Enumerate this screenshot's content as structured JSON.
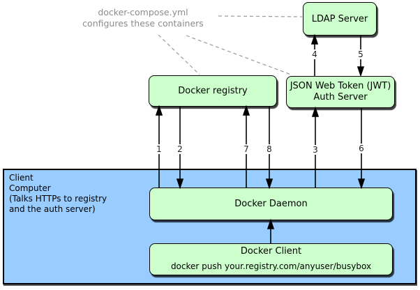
{
  "note": {
    "line1": "docker-compose.yml",
    "line2": "configures these containers"
  },
  "nodes": {
    "ldap": {
      "label": "LDAP Server"
    },
    "registry": {
      "label": "Docker registry"
    },
    "jwt": {
      "line1": "JSON Web Token (JWT)",
      "line2": "Auth Server"
    },
    "daemon": {
      "label": "Docker Daemon"
    },
    "client": {
      "label": "Docker Client",
      "command": "docker push your.registry.com/anyuser/busybox"
    }
  },
  "client_computer": {
    "label_lines": [
      "Client",
      "Computer",
      "(Talks HTTPs to registry",
      "and the auth server)"
    ]
  },
  "edges": {
    "e1": {
      "label": "1",
      "direction": "daemon-to-registry"
    },
    "e2": {
      "label": "2",
      "direction": "registry-to-daemon"
    },
    "e3": {
      "label": "3",
      "direction": "daemon-to-auth-server"
    },
    "e4": {
      "label": "4",
      "direction": "auth-server-to-ldap"
    },
    "e5": {
      "label": "5",
      "direction": "ldap-to-auth-server"
    },
    "e6": {
      "label": "6",
      "direction": "auth-server-to-daemon"
    },
    "e7": {
      "label": "7",
      "direction": "daemon-to-registry"
    },
    "e8": {
      "label": "8",
      "direction": "registry-to-daemon"
    }
  },
  "colors": {
    "node_fill": "#ccffcc",
    "client_computer_fill": "#99ccff",
    "border": "#000000",
    "note_text": "#8c8c8c",
    "dashed_line": "#9a9a9a"
  }
}
